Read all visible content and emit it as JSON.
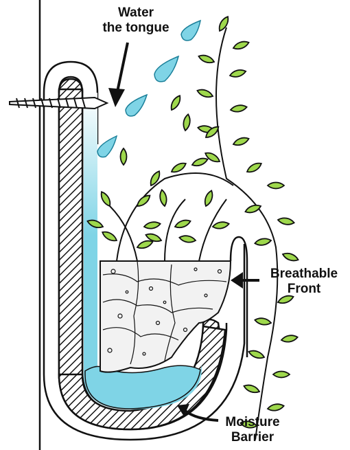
{
  "labels": {
    "water": [
      "Water",
      "the tongue"
    ],
    "breathable": [
      "Breathable",
      "Front"
    ],
    "moisture": [
      "Moisture",
      "Barrier"
    ]
  },
  "colors": {
    "water": "#7fd4e6",
    "water_edge": "#3aa9c4",
    "leaf": "#9ed84c",
    "ink": "#111111",
    "soil": "#f2f2f2"
  },
  "icons": [
    "wall-line",
    "screw-icon",
    "water-drop-icon",
    "leaf-icon",
    "arrow-icon"
  ]
}
